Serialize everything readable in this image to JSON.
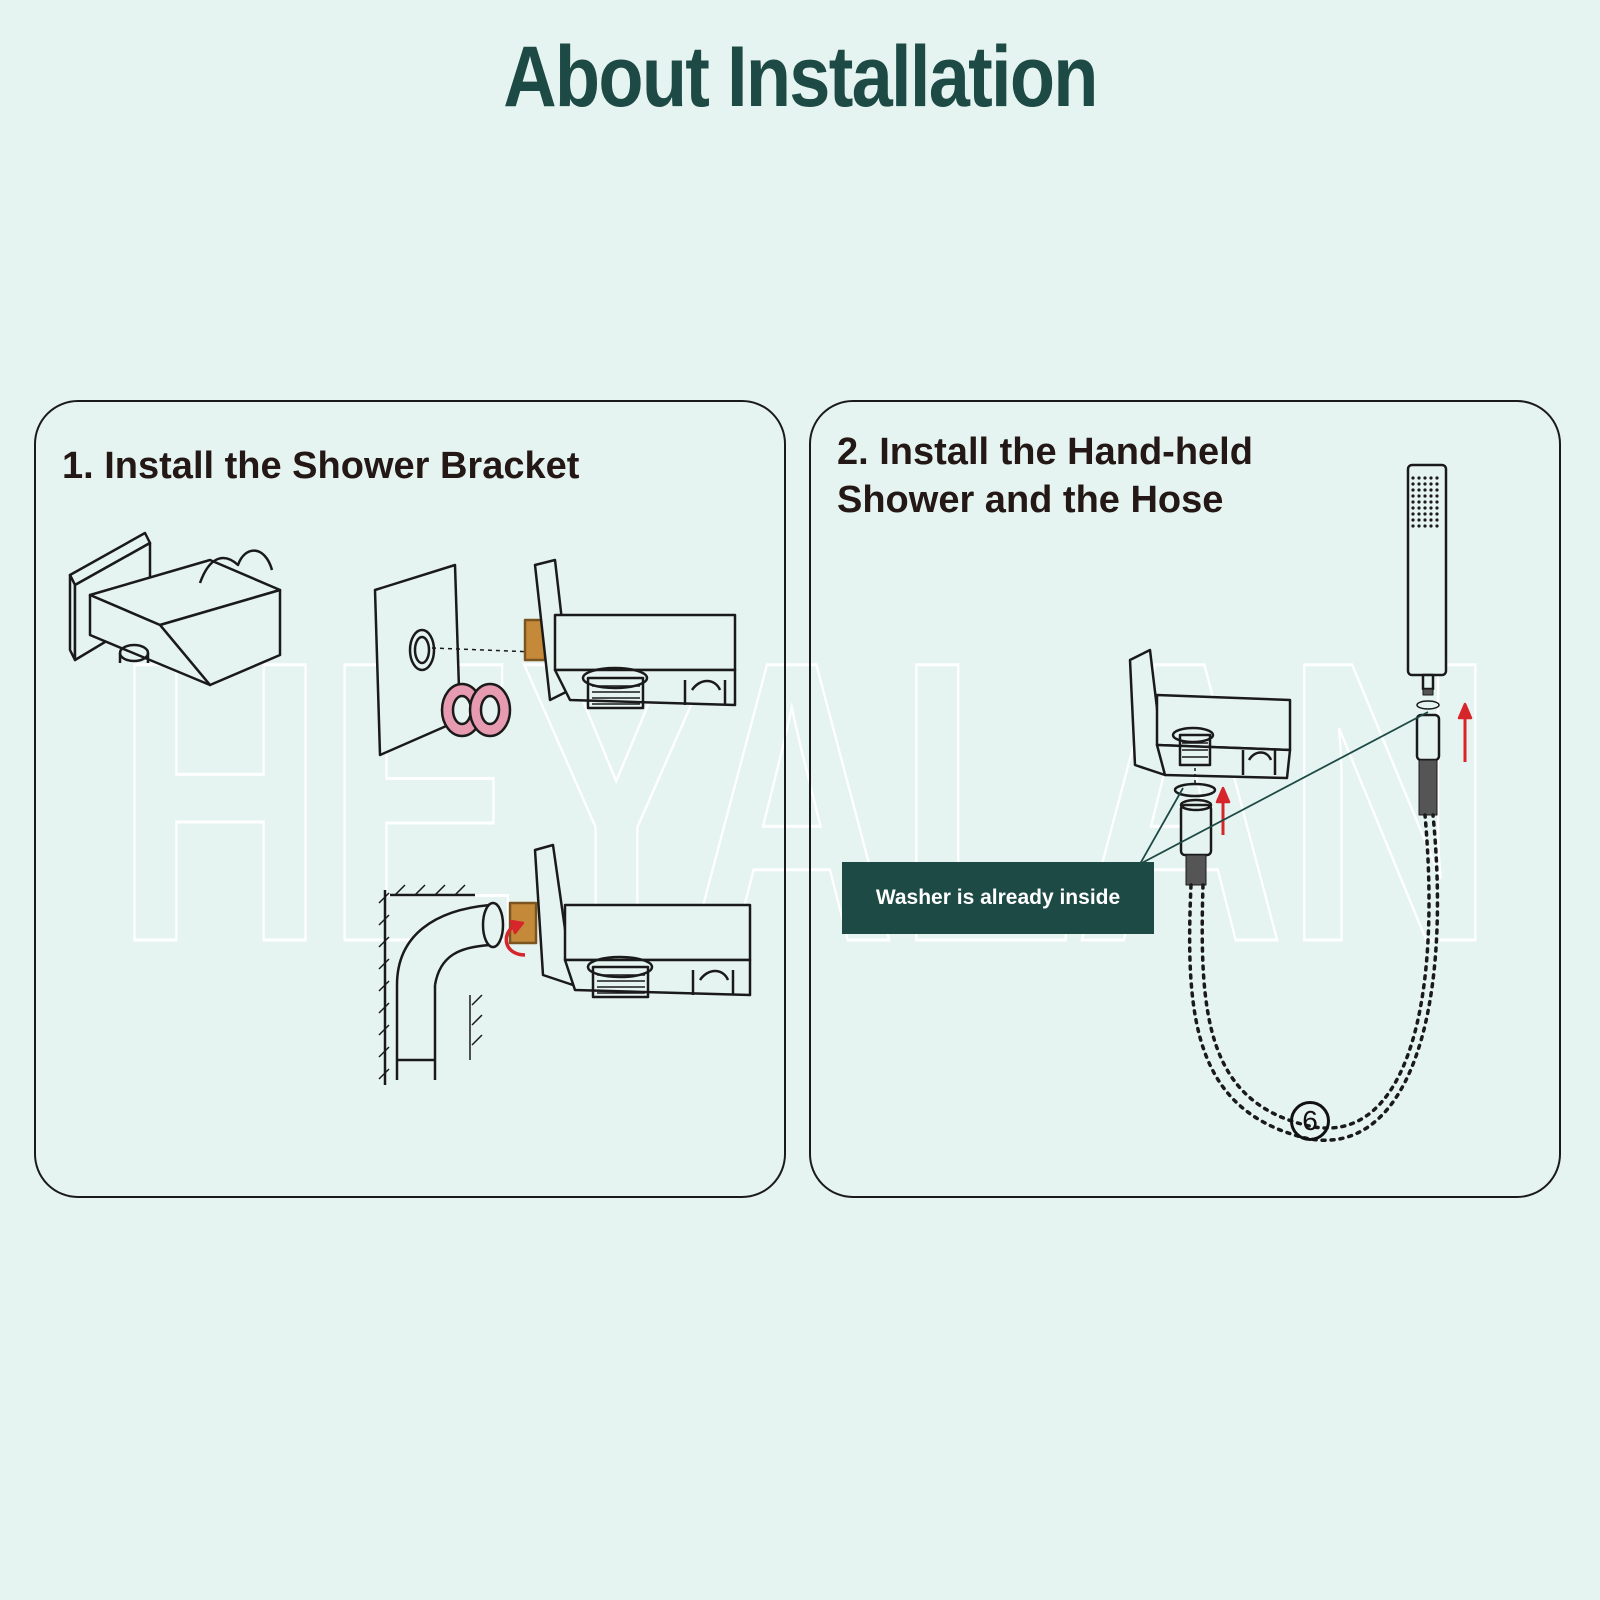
{
  "title": "About Installation",
  "watermark": "HEYALAN",
  "steps": [
    {
      "title": "1. Install the Shower Bracket"
    },
    {
      "title_line1": "2. Install the Hand-held",
      "title_line2": "Shower and the Hose"
    }
  ],
  "callout": {
    "label": "Washer is already inside"
  },
  "hose_step_number": "6",
  "colors": {
    "background": "#e6f4f1",
    "title": "#1e4a46",
    "callout_bg": "#1e4a46",
    "arrow": "#d7262b",
    "brass": "#c48a3a",
    "seal": "#e79bb0",
    "line": "#1a1a1a"
  }
}
